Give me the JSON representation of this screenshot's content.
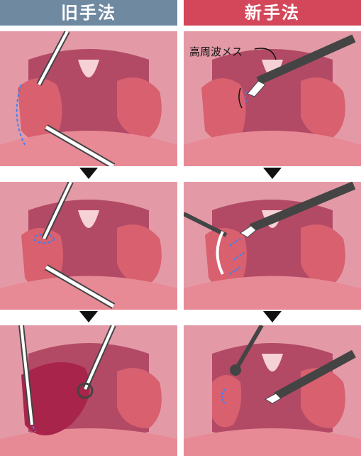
{
  "headers": {
    "old": "旧手法",
    "new": "新手法"
  },
  "labels": {
    "scalpel": "高周波メス"
  },
  "colors": {
    "old_header": "#6f8aa0",
    "new_header": "#d4475a",
    "mouth_bg": "#e39aa6",
    "throat": "#b24a66",
    "tonsil": "#d8606f",
    "tongue": "#e88a95",
    "instrument": "#444444",
    "marking": "#3b82f6"
  },
  "icons": [
    "down-arrow-icon",
    "forceps-icon",
    "scalpel-icon",
    "suction-tube-icon"
  ]
}
